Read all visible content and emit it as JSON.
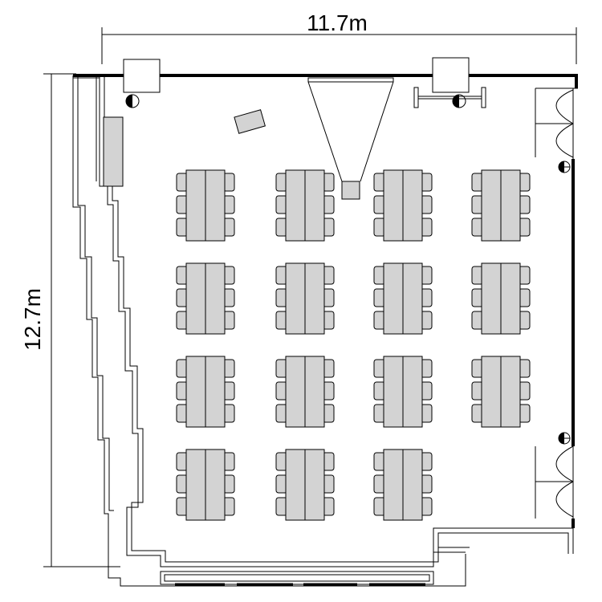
{
  "diagram": {
    "width_label": "11.7m",
    "height_label": "12.7m",
    "colors": {
      "furniture": "#d3d3d3",
      "line": "#000000",
      "background": "#ffffff"
    },
    "table_layout": {
      "rows": 4,
      "columns": 4,
      "missing_cells": [
        [
          3,
          3
        ]
      ]
    }
  }
}
